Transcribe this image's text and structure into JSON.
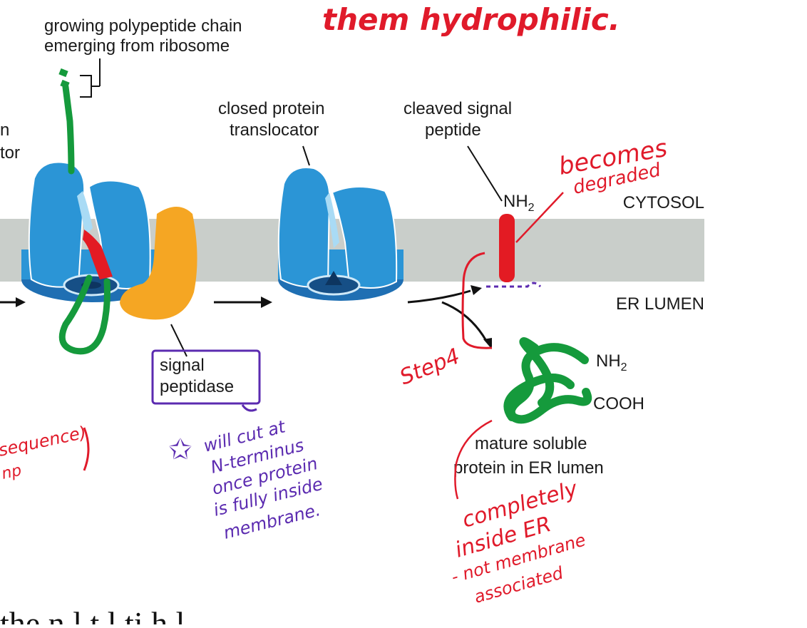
{
  "labels": {
    "growing_chain_1": "growing polypeptide chain",
    "growing_chain_2": "emerging from ribosome",
    "left_partial_1": "n",
    "left_partial_2": "tor",
    "closed_translocator_1": "closed protein",
    "closed_translocator_2": "translocator",
    "cleaved_signal_1": "cleaved signal",
    "cleaved_signal_2": "peptide",
    "nh2_top": "NH",
    "nh2_top_sub": "2",
    "cytosol": "CYTOSOL",
    "er_lumen": "ER LUMEN",
    "signal_peptidase_1": "signal",
    "signal_peptidase_2": "peptidase",
    "nh2_right": "NH",
    "nh2_right_sub": "2",
    "cooh": "COOH",
    "mature_1": "mature soluble",
    "mature_2": "protein in ER lumen"
  },
  "annotations": {
    "red_top": "them hydrophilic.",
    "red_becomes_1": "becomes",
    "red_becomes_2": "degraded",
    "red_step4": "Step4",
    "red_left_1": "sequence)",
    "red_left_2": "np",
    "red_completely_1": "completely",
    "red_completely_2": "inside ER",
    "red_completely_3": "- not membrane",
    "red_completely_4": "associated",
    "purple_1": "will cut at",
    "purple_2": "N-terminus",
    "purple_3": "once protein",
    "purple_4": "is fully inside",
    "purple_5": "membrane.",
    "purple_star": "✩"
  },
  "caption": "the   n   l t   l   ti       h   l",
  "colors": {
    "membrane": "#c9ceca",
    "translocator": "#2b95d6",
    "translocator_dark": "#1f6fb3",
    "peptide_red": "#e31b23",
    "chain_green": "#159a3c",
    "peptidase_orange": "#f5a623",
    "ink_red": "#e01a2a",
    "ink_purple": "#5b2bb0"
  }
}
